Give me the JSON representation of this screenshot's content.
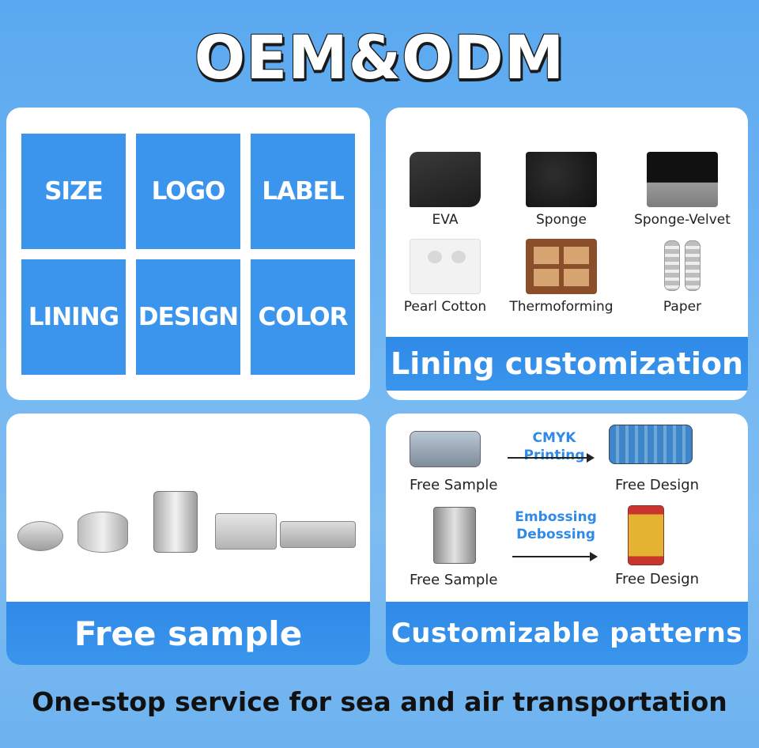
{
  "headline": "OEM&ODM",
  "options": [
    "SIZE",
    "LOGO",
    "LABEL",
    "LINING",
    "DESIGN",
    "COLOR"
  ],
  "lining": {
    "materials": [
      "EVA",
      "Sponge",
      "Sponge-Velvet",
      "Pearl Cotton",
      "Thermoforming",
      "Paper"
    ],
    "banner": "Lining customization"
  },
  "sample": {
    "banner": "Free sample"
  },
  "patterns": {
    "row1": {
      "from": "Free Sample",
      "technique": "CMYK Printing",
      "to": "Free Design"
    },
    "row2": {
      "from": "Free Sample",
      "technique_line1": "Embossing",
      "technique_line2": "Debossing",
      "to": "Free Design"
    },
    "banner": "Customizable patterns"
  },
  "footer": "One-stop service for sea and air transportation",
  "colors": {
    "accent": "#3b95ec",
    "background": "#6bb3f1",
    "text": "#111111"
  }
}
